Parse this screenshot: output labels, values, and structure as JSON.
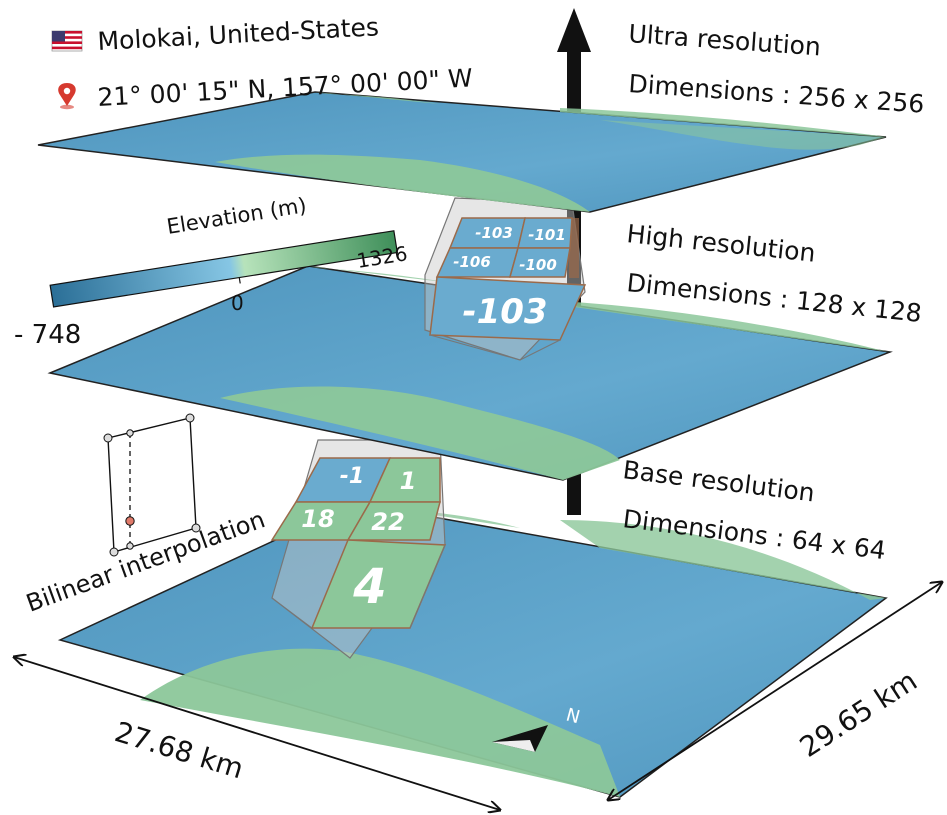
{
  "location": {
    "name": "Molokai, United-States",
    "coords": "21° 00' 15\" N, 157° 00' 00\" W",
    "flag_icon": "us-flag-icon",
    "pin_icon": "map-pin-icon"
  },
  "layers": {
    "ultra": {
      "title": "Ultra resolution",
      "dims": "Dimensions : 256 x 256"
    },
    "high": {
      "title": "High resolution",
      "dims": "Dimensions : 128 x 128"
    },
    "base": {
      "title": "Base resolution",
      "dims": "Dimensions : 64 x 64"
    }
  },
  "colorbar": {
    "title": "Elevation (m)",
    "min": "- 748",
    "zero": "0",
    "max": "1326",
    "colors": {
      "deep": "#2b6f97",
      "shallow": "#7fbfe0",
      "low": "#a9ddb0",
      "high": "#3f8f5a"
    }
  },
  "high_cells": {
    "small": [
      "-103",
      "-101",
      "-106",
      "-100"
    ],
    "big": "-103"
  },
  "base_cells": {
    "small": [
      "-1",
      "1",
      "18",
      "22"
    ],
    "big": "4"
  },
  "interpolation": {
    "label": "Bilinear interpolation"
  },
  "scale": {
    "width": "27.68 km",
    "height": "29.65 km"
  },
  "north": {
    "label": "N"
  },
  "colors": {
    "ocean": "#5aa0c8",
    "land": "#8cc79a",
    "arrow": "#111111",
    "frame": "#9b6a4a"
  }
}
